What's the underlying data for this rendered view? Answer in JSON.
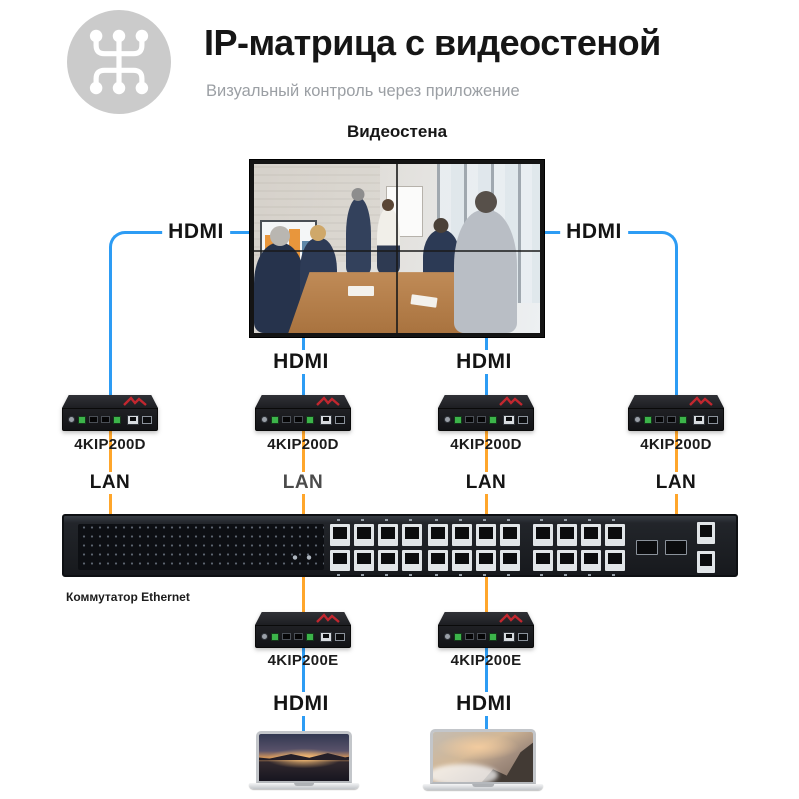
{
  "header": {
    "logo_icon": "matrix-switch-icon",
    "title": "IP-матрица с видеостеной",
    "subtitle": "Визуальный контроль через приложение"
  },
  "diagram": {
    "videowall_label": "Видеостена",
    "hdmi_label": "HDMI",
    "lan_label": "LAN",
    "decoder_model": "4KIP200D",
    "encoder_model": "4KIP200E",
    "switch_label": "Коммутатор Ethernet"
  },
  "colors": {
    "hdmi_line_blue": "#2D9CF4",
    "lan_line_orange": "#FFA62B",
    "device_brand_red": "#C2272F",
    "logo_circle_gray": "#CBCBCB"
  }
}
